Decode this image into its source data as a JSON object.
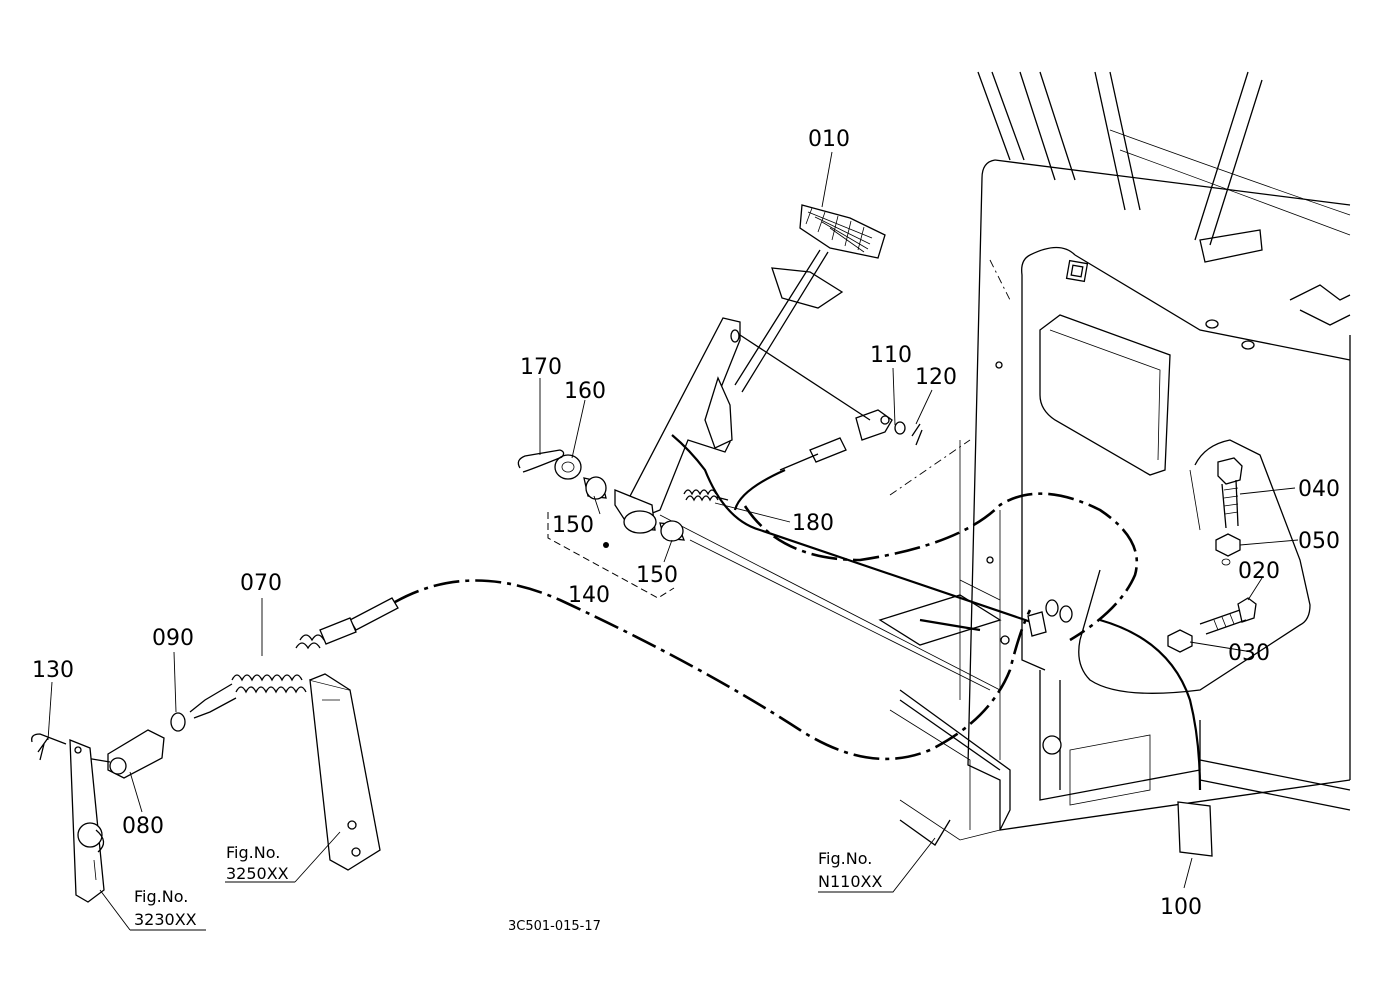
{
  "callouts": {
    "p010": "010",
    "p020": "020",
    "p030": "030",
    "p040": "040",
    "p050": "050",
    "p070": "070",
    "p080": "080",
    "p090": "090",
    "p100": "100",
    "p110": "110",
    "p120": "120",
    "p130": "130",
    "p140": "140",
    "p150a": "150",
    "p150b": "150",
    "p160": "160",
    "p170": "170",
    "p180": "180"
  },
  "figure_refs": {
    "fig_3230": {
      "label": "Fig.No.",
      "number": "3230XX"
    },
    "fig_3250": {
      "label": "Fig.No.",
      "number": "3250XX"
    },
    "fig_n110": {
      "label": "Fig.No.",
      "number": "N110XX"
    }
  },
  "document_id": "3C501-015-17"
}
